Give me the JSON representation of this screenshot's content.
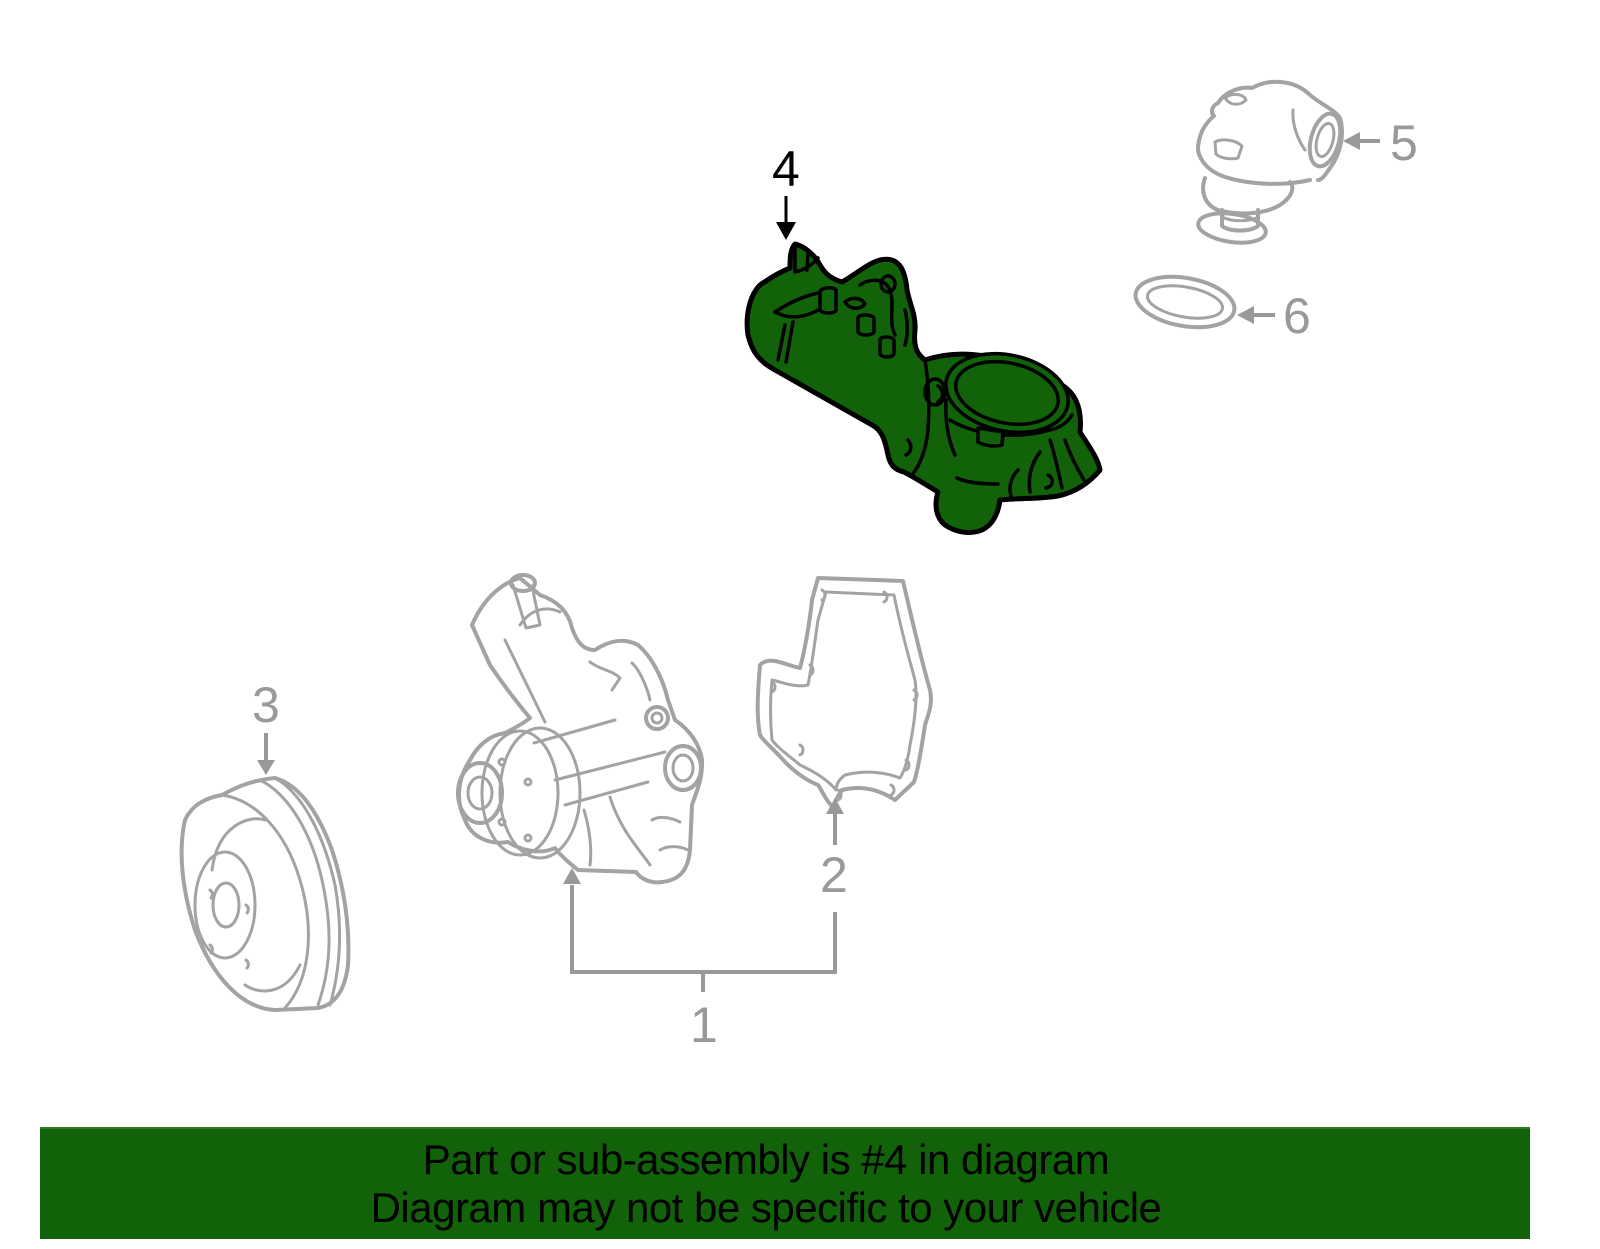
{
  "diagram": {
    "highlight_color": "#116209",
    "outline_color": "#a3a3a3",
    "label_gray": "#999999",
    "parts": [
      {
        "number": "1",
        "name": "water-pump-assembly-callout",
        "highlighted": false
      },
      {
        "number": "2",
        "name": "water-pump-gasket",
        "highlighted": false
      },
      {
        "number": "3",
        "name": "pulley",
        "highlighted": false
      },
      {
        "number": "4",
        "name": "thermostat-housing",
        "highlighted": true
      },
      {
        "number": "5",
        "name": "thermostat",
        "highlighted": false
      },
      {
        "number": "6",
        "name": "thermostat-seal-ring",
        "highlighted": false
      }
    ],
    "labels": {
      "part1": "1",
      "part2": "2",
      "part3": "3",
      "part4": "4",
      "part5": "5",
      "part6": "6"
    }
  },
  "banner": {
    "background": "#116209",
    "line1": "Part or sub-assembly is #4 in diagram",
    "line2": "Diagram may not be specific to your vehicle"
  }
}
